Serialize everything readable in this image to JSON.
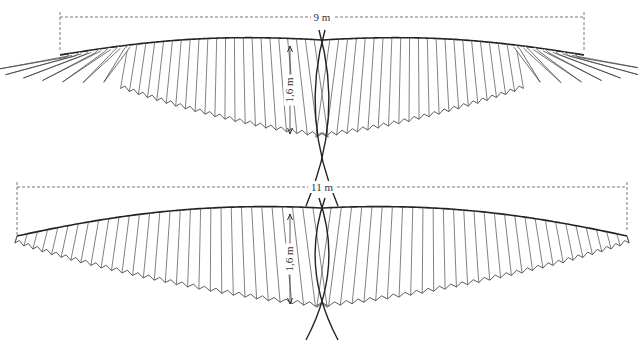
{
  "diagram": {
    "labels": [
      "9 m",
      "1,6 m",
      "11 m",
      "1,6 m"
    ]
  }
}
